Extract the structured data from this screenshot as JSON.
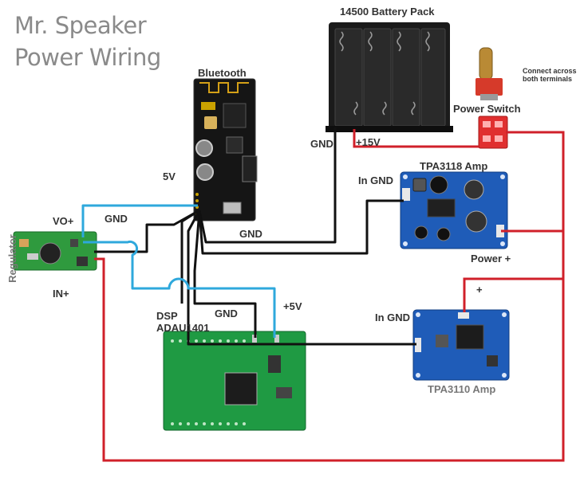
{
  "title": {
    "line1": "Mr. Speaker",
    "line2": "Power Wiring"
  },
  "components": {
    "battery": {
      "label": "14500 Battery Pack",
      "gnd": "GND",
      "positive": "+15V"
    },
    "bluetooth": {
      "label": "Bluetooth",
      "v5": "5V",
      "gnd": "GND"
    },
    "power_switch": {
      "label": "Power Switch",
      "note": "Connect across both terminals"
    },
    "tpa3118": {
      "label": "TPA3118 Amp",
      "in_gnd": "In GND",
      "power_plus": "Power +"
    },
    "regulator": {
      "label": "Regulator",
      "vo_plus": "VO+",
      "gnd": "GND",
      "in_plus": "IN+"
    },
    "dsp": {
      "label_line1": "DSP",
      "label_line2": "ADAU1401",
      "gnd": "GND",
      "v5": "+5V"
    },
    "tpa3110": {
      "label": "TPA3110 Amp",
      "in_gnd": "In GND",
      "plus": "+"
    }
  },
  "wire_colors": {
    "positive": "#d0202a",
    "ground": "#111111",
    "five_volt": "#2ea8dc"
  }
}
